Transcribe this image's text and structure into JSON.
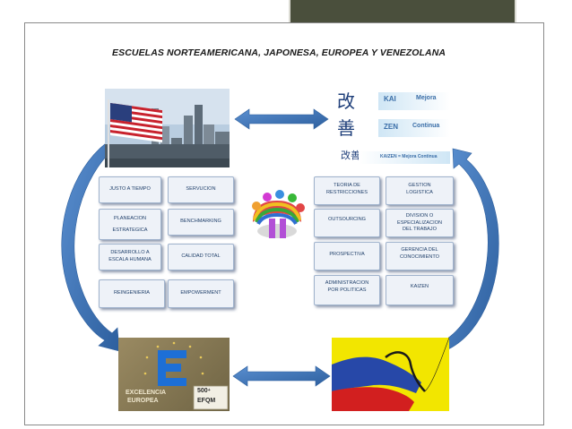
{
  "title": "ESCUELAS NORTEAMERICANA, JAPONESA, EUROPEA Y VENEZOLANA",
  "left_boxes": [
    {
      "id": "justo",
      "label": "JUSTO A TIEMPO"
    },
    {
      "id": "servucion",
      "label": "SERVUCION"
    },
    {
      "id": "planeacion",
      "label": "PLANEACION\nESTRATEGICA"
    },
    {
      "id": "benchmarking",
      "label": "BENCHMARKING"
    },
    {
      "id": "desarrollo",
      "label": "DESARROLLO A\nESCALA HUMANA"
    },
    {
      "id": "calidad",
      "label": "CALIDAD TOTAL"
    },
    {
      "id": "reingenieria",
      "label": "REINGENIERIA"
    },
    {
      "id": "empowerment",
      "label": "EMPOWERMENT"
    }
  ],
  "right_boxes": [
    {
      "id": "teoria",
      "label": "TEORIA DE\nRESTRICCIONES"
    },
    {
      "id": "gestion",
      "label": "GESTION\nLOGISTICA"
    },
    {
      "id": "outsourcing",
      "label": "OUTSOURCING"
    },
    {
      "id": "division",
      "label": "DIVISION O\nESPECIALIZACION\nDEL TRABAJO"
    },
    {
      "id": "prospectiva",
      "label": "PROSPECTIVA"
    },
    {
      "id": "gerencia",
      "label": "GERENCIA DEL\nCONOCIMIENTO"
    },
    {
      "id": "administracion",
      "label": "ADMINISTRACION\nPOR POLITICAS"
    },
    {
      "id": "kaizen",
      "label": "KAIZEN"
    }
  ],
  "kaizen_image": {
    "kai": "KAI",
    "mejora": "Mejora",
    "zen": "ZEN",
    "continua": "Continua",
    "footer": "KAIZEN = Mejora Continua",
    "kanji_1": "改",
    "kanji_2": "善",
    "kanji_small": "改善"
  },
  "efqm_image": {
    "line1": "EXCELENCIA",
    "line2": "EUROPEA",
    "badge_num": "500",
    "badge_plus": "+",
    "badge_org": "EFQM"
  },
  "colors": {
    "arrow_blue": "#3a6fb0",
    "box_fill": "#eef2f8",
    "box_text": "#1f3f6a",
    "venezuela_yellow": "#f2e600",
    "venezuela_blue": "#2748a8",
    "venezuela_red": "#d21f1f"
  }
}
